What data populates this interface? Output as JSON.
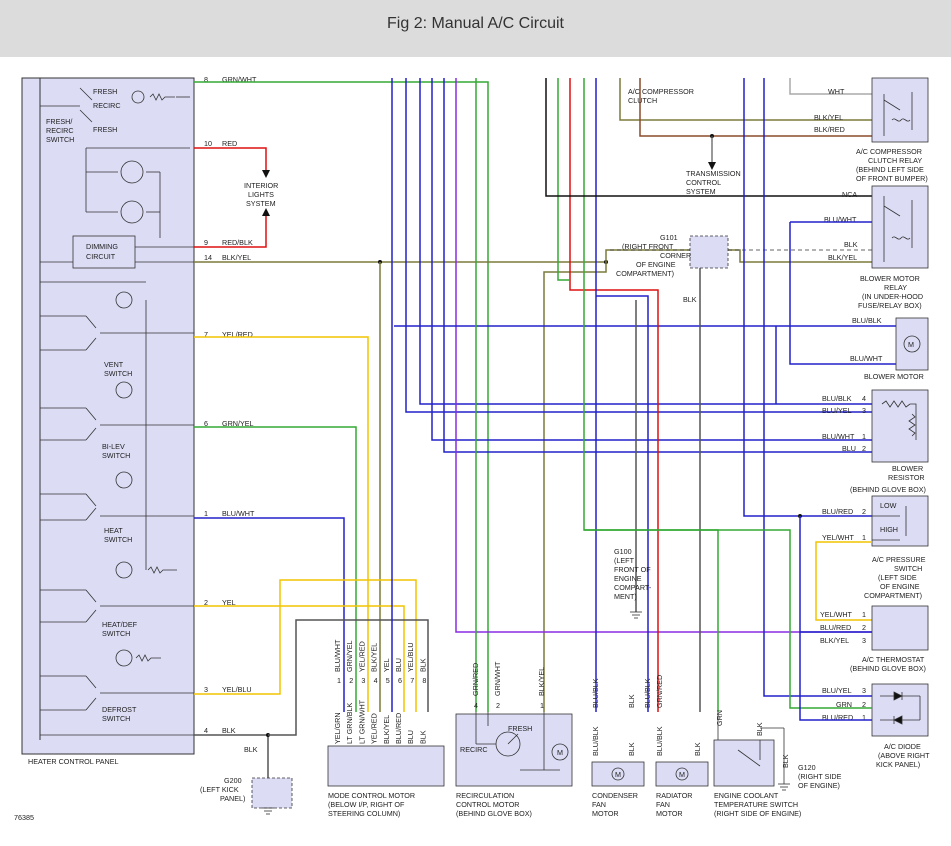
{
  "title": "Fig 2: Manual A/C Circuit",
  "figure_id": "76385",
  "panel": {
    "name": "HEATER CONTROL PANEL",
    "fresh": "FRESH",
    "recirc": "RECIRC",
    "fresh_recirc_1": "FRESH/",
    "fresh_recirc_2": "RECIRC",
    "fresh_recirc_3": "SWITCH",
    "dimming_1": "DIMMING",
    "dimming_2": "CIRCUIT",
    "vent_1": "VENT",
    "vent_2": "SWITCH",
    "bilev_1": "BI-LEV",
    "bilev_2": "SWITCH",
    "heat_1": "HEAT",
    "heat_2": "SWITCH",
    "heatdef_1": "HEAT/DEF",
    "heatdef_2": "SWITCH",
    "defrost_1": "DEFROST",
    "defrost_2": "SWITCH"
  },
  "pins": {
    "p8": "8",
    "w8": "GRN/WHT",
    "p10": "10",
    "w10": "RED",
    "p9": "9",
    "w9": "RED/BLK",
    "p14": "14",
    "w14": "BLK/YEL",
    "p7": "7",
    "w7": "YEL/RED",
    "p6": "6",
    "w6": "GRN/YEL",
    "p1": "1",
    "w1": "BLU/WHT",
    "p2": "2",
    "w2": "YEL",
    "p3": "3",
    "w3": "YEL/BLU",
    "p4": "4",
    "w4": "BLK"
  },
  "interior": {
    "l1": "INTERIOR",
    "l2": "LIGHTS",
    "l3": "SYSTEM"
  },
  "compressor_clutch": {
    "l1": "A/C COMPRESSOR",
    "l2": "CLUTCH"
  },
  "transmission": {
    "l1": "TRANSMISSION",
    "l2": "CONTROL",
    "l3": "SYSTEM"
  },
  "g101": {
    "l1": "G101",
    "l2": "(RIGHT FRONT",
    "l3": "CORNER",
    "l4": "OF ENGINE",
    "l5": "COMPARTMENT)",
    "wire": "BLK"
  },
  "clutch_relay": {
    "w_wht": "WHT",
    "w_blkyel": "BLK/YEL",
    "w_blkred": "BLK/RED",
    "l1": "A/C COMPRESSOR",
    "l2": "CLUTCH RELAY",
    "l3": "(BEHIND LEFT SIDE",
    "l4": "OF FRONT BUMPER)"
  },
  "blower_relay": {
    "w_nca": "NCA",
    "w_bluwht": "BLU/WHT",
    "w_blk": "BLK",
    "w_blkyel": "BLK/YEL",
    "l1": "BLOWER MOTOR",
    "l2": "RELAY",
    "l3": "(IN UNDER-HOOD",
    "l4": "FUSE/RELAY BOX)"
  },
  "blower_motor": {
    "w1": "BLU/BLK",
    "w2": "BLU/WHT",
    "label": "BLOWER MOTOR",
    "m": "M"
  },
  "blower_resistor": {
    "w1": "BLU/BLK",
    "n1": "4",
    "w2": "BLU/YEL",
    "n2": "3",
    "w3": "BLU/WHT",
    "n3": "1",
    "w4": "BLU",
    "n4": "2",
    "l1": "BLOWER",
    "l2": "RESISTOR",
    "l3": "(BEHIND GLOVE BOX)"
  },
  "pressure_switch": {
    "w1": "BLU/RED",
    "n1": "2",
    "w2": "YEL/WHT",
    "n2": "1",
    "low": "LOW",
    "high": "HIGH",
    "l1": "A/C PRESSURE",
    "l2": "SWITCH",
    "l3": "(LEFT SIDE",
    "l4": "OF ENGINE",
    "l5": "COMPARTMENT)"
  },
  "thermostat": {
    "w1": "YEL/WHT",
    "n1": "1",
    "w2": "BLU/RED",
    "n2": "2",
    "w3": "BLK/YEL",
    "n3": "3",
    "l1": "A/C THERMOSTAT",
    "l2": "(BEHIND GLOVE BOX)"
  },
  "diode": {
    "w1": "BLU/YEL",
    "n1": "3",
    "w2": "GRN",
    "n2": "2",
    "w3": "BLU/RED",
    "n3": "1",
    "l1": "A/C DIODE",
    "l2": "(ABOVE RIGHT",
    "l3": "KICK PANEL)"
  },
  "g100": {
    "l1": "G100",
    "l2": "(LEFT",
    "l3": "FRONT OF",
    "l4": "ENGINE",
    "l5": "COMPART-",
    "l6": "MENT)"
  },
  "g200": {
    "l1": "G200",
    "l2": "(LEFT KICK",
    "l3": "PANEL)",
    "wire": "BLK"
  },
  "g120": {
    "l1": "G120",
    "l2": "(RIGHT SIDE",
    "l3": "OF ENGINE)"
  },
  "mode_motor": {
    "top_wires": [
      "BLU/WHT",
      "GRN/YEL",
      "YEL/RED",
      "BLK/YEL",
      "YEL",
      "BLU",
      "YEL/BLU",
      "BLK"
    ],
    "pins": [
      "1",
      "2",
      "3",
      "4",
      "5",
      "6",
      "7",
      "8"
    ],
    "bottom_wires": [
      "YEL/GRN",
      "LT GRN/BLK",
      "LT GRN/WHT",
      "YEL/RED",
      "BLK/YEL",
      "BLU/RED",
      "BLU",
      "BLK"
    ],
    "l1": "MODE CONTROL MOTOR",
    "l2": "(BELOW I/P, RIGHT OF",
    "l3": "STEERING COLUMN)"
  },
  "recirc_motor": {
    "top_wires": [
      "GRN/RED",
      "GRN/WHT",
      "BLK/YEL"
    ],
    "pins": [
      "4",
      "2",
      "1"
    ],
    "fresh": "FRESH",
    "recirc": "RECIRC",
    "m": "M",
    "l1": "RECIRCULATION",
    "l2": "CONTROL MOTOR",
    "l3": "(BEHIND GLOVE BOX)"
  },
  "condenser_fan": {
    "top_wires": [
      "BLU/BLK",
      "BLK"
    ],
    "bottom_wires": [
      "BLU/BLK",
      "BLK"
    ],
    "m": "M",
    "l1": "CONDENSER",
    "l2": "FAN",
    "l3": "MOTOR"
  },
  "radiator_fan": {
    "top_wires": [
      "BLU/BLK",
      "GRN/RED"
    ],
    "bottom_wires": [
      "BLU/BLK",
      "BLK"
    ],
    "m": "M",
    "l1": "RADIATOR",
    "l2": "FAN",
    "l3": "MOTOR"
  },
  "coolant_switch": {
    "top_wire": "GRN",
    "side_wire": "BLK",
    "right_wire": "BLK",
    "l1": "ENGINE COOLANT",
    "l2": "TEMPERATURE SWITCH",
    "l3": "(RIGHT SIDE OF ENGINE)"
  },
  "colors": {
    "green": "#33aa33",
    "red": "#dd1111",
    "olive": "#7a7a3a",
    "yellow": "#f2c400",
    "blue": "#2222cc",
    "purple": "#8a2be2",
    "brown": "#8b4a2a",
    "gray": "#777777",
    "panel_fill": "#dcdcf5"
  }
}
